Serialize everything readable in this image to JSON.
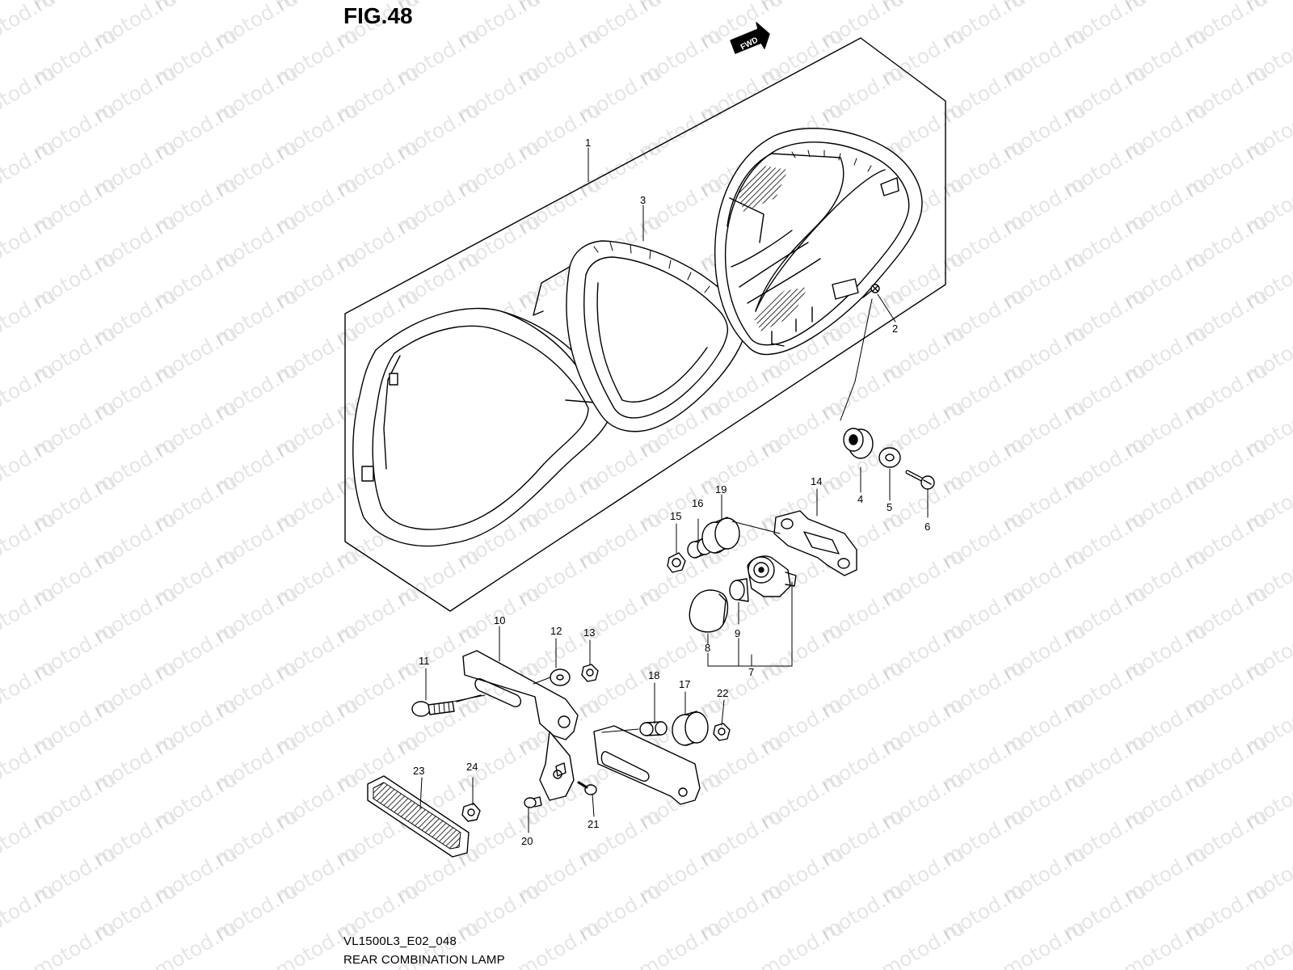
{
  "figure": {
    "title": "FIG.48",
    "code": "VL1500L3_E02_048",
    "name": "REAR COMBINATION LAMP",
    "watermark": "motod.ru",
    "fwd_label": "FWD"
  },
  "callouts": [
    {
      "id": "1",
      "label": "1"
    },
    {
      "id": "2",
      "label": "2"
    },
    {
      "id": "3",
      "label": "3"
    },
    {
      "id": "4",
      "label": "4"
    },
    {
      "id": "5",
      "label": "5"
    },
    {
      "id": "6",
      "label": "6"
    },
    {
      "id": "7",
      "label": "7"
    },
    {
      "id": "8",
      "label": "8"
    },
    {
      "id": "9",
      "label": "9"
    },
    {
      "id": "10",
      "label": "10"
    },
    {
      "id": "11",
      "label": "11"
    },
    {
      "id": "12",
      "label": "12"
    },
    {
      "id": "13",
      "label": "13"
    },
    {
      "id": "14",
      "label": "14"
    },
    {
      "id": "15",
      "label": "15"
    },
    {
      "id": "16",
      "label": "16"
    },
    {
      "id": "17",
      "label": "17"
    },
    {
      "id": "18",
      "label": "18"
    },
    {
      "id": "19",
      "label": "19"
    },
    {
      "id": "20",
      "label": "20"
    },
    {
      "id": "21",
      "label": "21"
    },
    {
      "id": "22",
      "label": "22"
    },
    {
      "id": "23",
      "label": "23"
    },
    {
      "id": "24",
      "label": "24"
    }
  ]
}
